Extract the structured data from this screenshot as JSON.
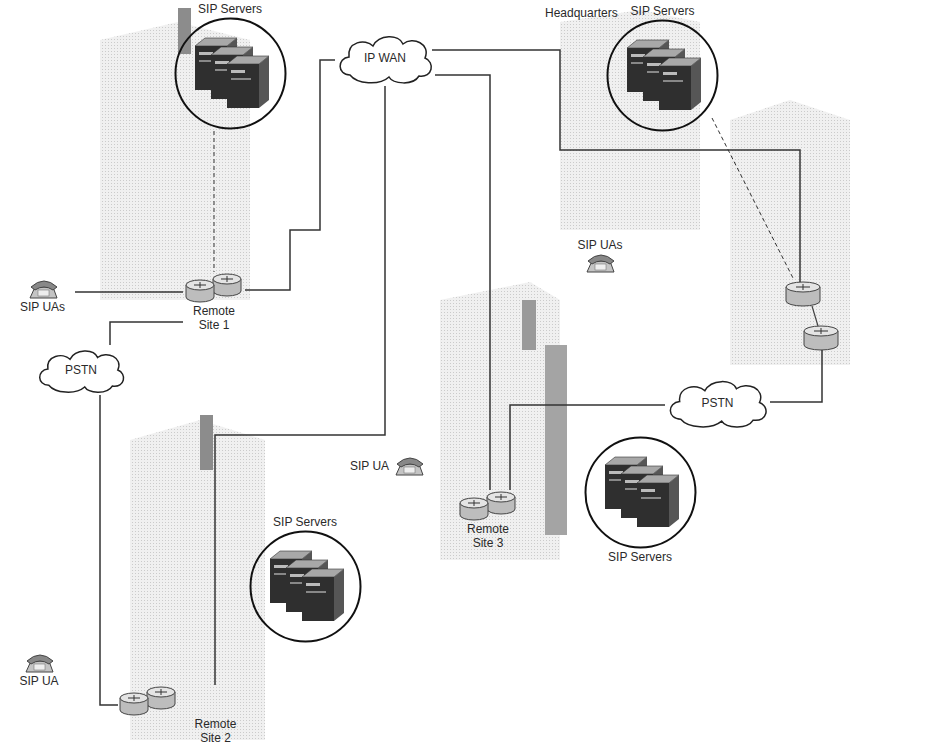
{
  "diagram": {
    "nodes": [
      {
        "text": [
          "SIP Servers"
        ]
      },
      {
        "text": [
          "SIP Servers"
        ]
      },
      {
        "text": [
          "IP WAN"
        ]
      },
      {
        "text": [
          "SIP UAs"
        ]
      },
      {
        "text": [
          "SIP UAs"
        ]
      },
      {
        "text": [
          "Remote Site 1"
        ]
      },
      {
        "text": [
          "PSTN"
        ]
      },
      {
        "text": [
          "PSTN"
        ]
      },
      {
        "text": [
          "SIP Servers"
        ]
      },
      {
        "text": [
          "SIP UA"
        ]
      },
      {
        "text": [
          "Remote Site 3"
        ]
      },
      {
        "text": [
          "SIP Servers"
        ]
      },
      {
        "text": [
          "SIP UA"
        ]
      },
      {
        "text": [
          "Remote Site 2"
        ]
      }
    ],
    "edges": [
      {
        "from": 4,
        "to": 5,
        "arrow": "none"
      },
      {
        "from": 0,
        "to": 5,
        "arrow": "none"
      },
      {
        "from": 5,
        "to": 2,
        "arrow": "none"
      },
      {
        "from": 6,
        "to": 5,
        "arrow": "none"
      },
      {
        "from": 2,
        "to": 13,
        "arrow": "none"
      },
      {
        "from": 6,
        "to": 13,
        "arrow": "none"
      },
      {
        "from": 2,
        "to": 10,
        "arrow": "none"
      },
      {
        "from": 10,
        "to": 7,
        "arrow": "none"
      }
    ],
    "labels": [
      "Headquarters"
    ]
  }
}
